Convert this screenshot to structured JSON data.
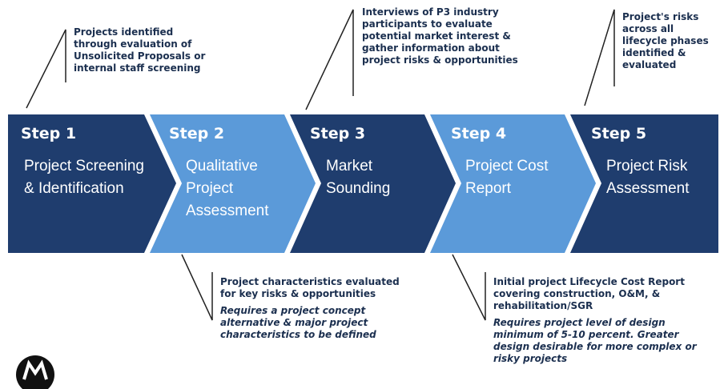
{
  "colors": {
    "dark_navy": "#1f3d6e",
    "light_blue": "#5b9ad9",
    "callout_text": "#1b2f4f",
    "leader_line": "#222222"
  },
  "steps": [
    {
      "title": "Step 1",
      "label": "Project Screening & Identification",
      "color": "dark_navy"
    },
    {
      "title": "Step 2",
      "label": "Qualitative Project Assessment",
      "color": "light_blue"
    },
    {
      "title": "Step 3",
      "label": "Market Sounding",
      "color": "dark_navy"
    },
    {
      "title": "Step 4",
      "label": "Project Cost Report",
      "color": "light_blue"
    },
    {
      "title": "Step 5",
      "label": "Project Risk Assessment",
      "color": "dark_navy"
    }
  ],
  "callouts": {
    "step1": {
      "text": "Projects identified through evaluation of Unsolicited Proposals or internal staff screening"
    },
    "step2": {
      "text": "Project characteristics evaluated for key risks & opportunities",
      "sub": "Requires a project concept alternative & major project characteristics to be defined"
    },
    "step3": {
      "text": "Interviews of P3 industry participants to evaluate potential market interest & gather information about project risks & opportunities"
    },
    "step4": {
      "text": "Initial project Lifecycle Cost Report covering construction, O&M, & rehabilitation/SGR",
      "sub": "Requires project level of design minimum of 5-10 percent. Greater design desirable for more complex or risky projects"
    },
    "step5": {
      "text": "Project's risks across all lifecycle phases identified & evaluated"
    }
  },
  "logo_icon": "agency-logo-icon"
}
